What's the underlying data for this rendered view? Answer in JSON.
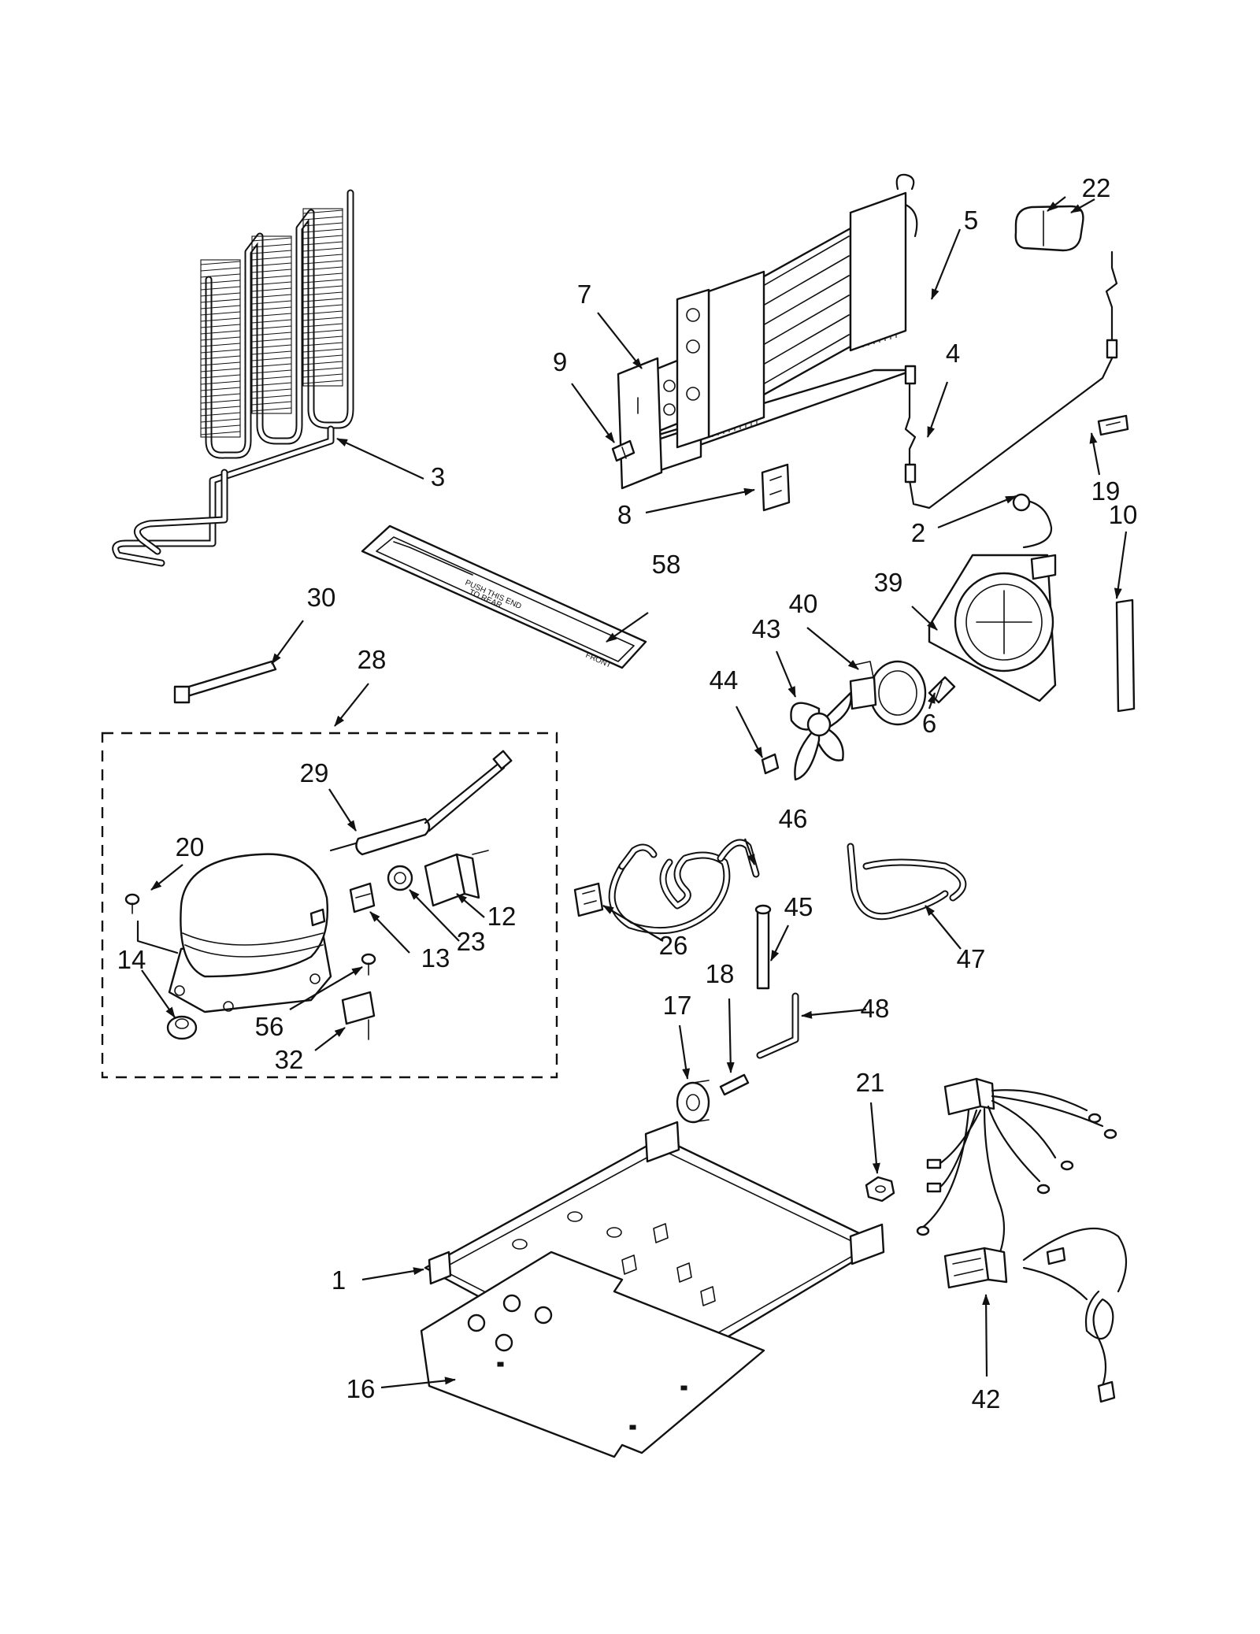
{
  "diagram": {
    "tray_text": {
      "line1": "PUSH THIS END",
      "line2": "TO REAR",
      "front": "FRONT"
    },
    "callouts": [
      {
        "id": "c1",
        "label": "1"
      },
      {
        "id": "c2",
        "label": "2"
      },
      {
        "id": "c3",
        "label": "3"
      },
      {
        "id": "c4",
        "label": "4"
      },
      {
        "id": "c5",
        "label": "5"
      },
      {
        "id": "c6",
        "label": "6"
      },
      {
        "id": "c7",
        "label": "7"
      },
      {
        "id": "c8",
        "label": "8"
      },
      {
        "id": "c9",
        "label": "9"
      },
      {
        "id": "c10",
        "label": "10"
      },
      {
        "id": "c12",
        "label": "12"
      },
      {
        "id": "c13",
        "label": "13"
      },
      {
        "id": "c14",
        "label": "14"
      },
      {
        "id": "c16",
        "label": "16"
      },
      {
        "id": "c17",
        "label": "17"
      },
      {
        "id": "c18",
        "label": "18"
      },
      {
        "id": "c19",
        "label": "19"
      },
      {
        "id": "c20",
        "label": "20"
      },
      {
        "id": "c21",
        "label": "21"
      },
      {
        "id": "c22",
        "label": "22"
      },
      {
        "id": "c23",
        "label": "23"
      },
      {
        "id": "c26",
        "label": "26"
      },
      {
        "id": "c28",
        "label": "28"
      },
      {
        "id": "c29",
        "label": "29"
      },
      {
        "id": "c30",
        "label": "30"
      },
      {
        "id": "c32",
        "label": "32"
      },
      {
        "id": "c39",
        "label": "39"
      },
      {
        "id": "c40",
        "label": "40"
      },
      {
        "id": "c42",
        "label": "42"
      },
      {
        "id": "c43",
        "label": "43"
      },
      {
        "id": "c44",
        "label": "44"
      },
      {
        "id": "c45",
        "label": "45"
      },
      {
        "id": "c46",
        "label": "46"
      },
      {
        "id": "c47",
        "label": "47"
      },
      {
        "id": "c48",
        "label": "48"
      },
      {
        "id": "c56",
        "label": "56"
      },
      {
        "id": "c58",
        "label": "58"
      }
    ]
  }
}
